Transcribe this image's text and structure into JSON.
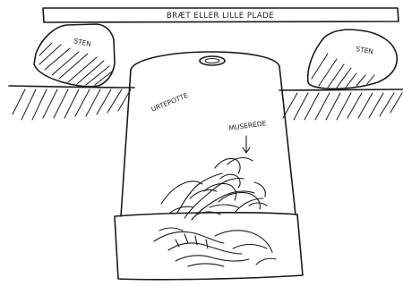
{
  "labels": {
    "board": "BRÆT ELLER LILLE PLADE",
    "stone_left": "STEN",
    "stone_right": "STEN",
    "pot": "URTEPOTTE",
    "nest": "MUSEREDE"
  }
}
